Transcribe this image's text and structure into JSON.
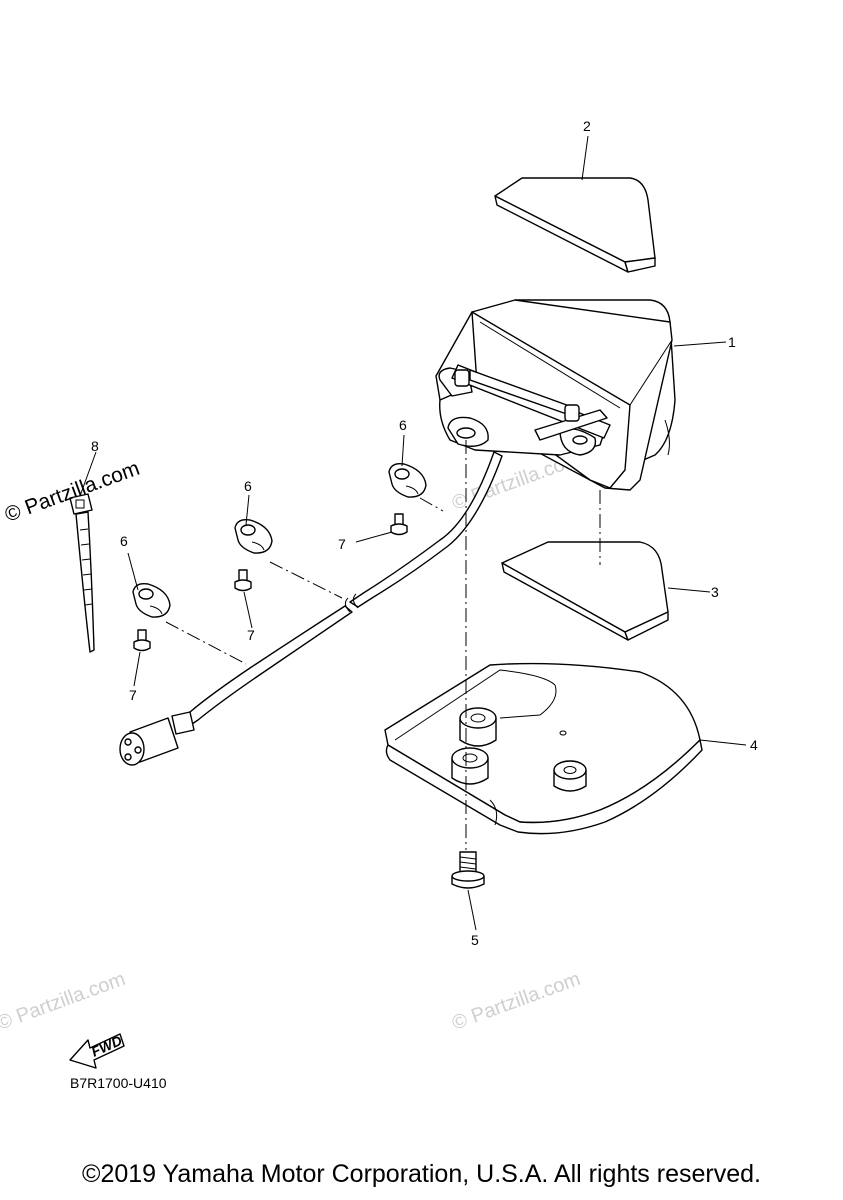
{
  "callouts": {
    "c1": "1",
    "c2": "2",
    "c3": "3",
    "c4": "4",
    "c5": "5",
    "c6a": "6",
    "c6b": "6",
    "c6c": "6",
    "c7a": "7",
    "c7b": "7",
    "c7c": "7",
    "c8": "8"
  },
  "watermarks": {
    "main": "© Partzilla.com",
    "faint": "© Partzilla.com"
  },
  "fwd_label": "FWD",
  "diagram_code": "B7R1700-U410",
  "copyright": "©2019 Yamaha Motor Corporation, U.S.A. All rights reserved."
}
